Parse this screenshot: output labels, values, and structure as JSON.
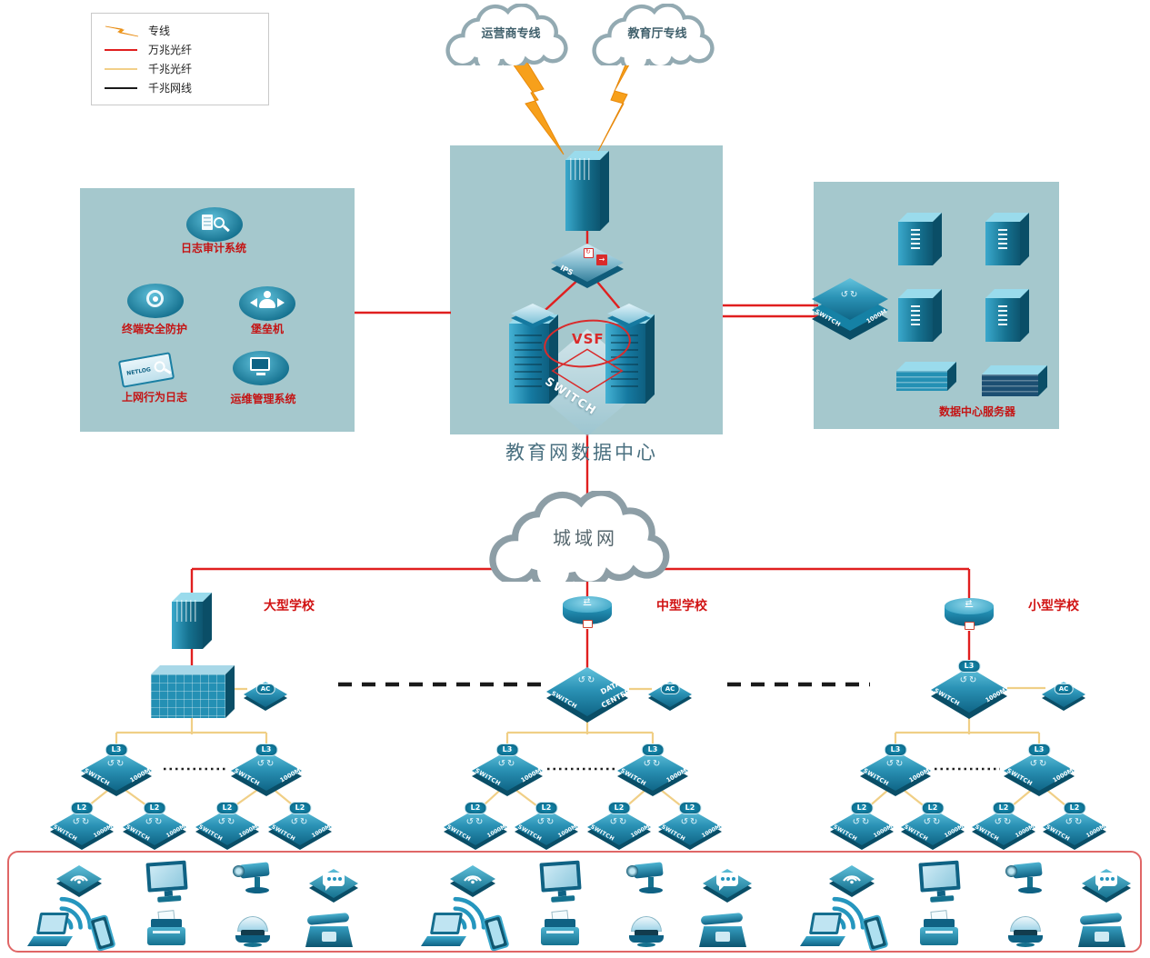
{
  "legend": {
    "items": [
      {
        "name": "dedicated-line",
        "label": "专线"
      },
      {
        "name": "fiber-10g",
        "label": "万兆光纤"
      },
      {
        "name": "fiber-1g",
        "label": "千兆光纤"
      },
      {
        "name": "cable-1g",
        "label": "千兆网线"
      }
    ]
  },
  "clouds": {
    "carrier": "运营商专线",
    "education": "教育厅专线",
    "man": "城域网"
  },
  "data_center": {
    "title": "教育网数据中心",
    "vsf": "VSF",
    "ips": "IPS",
    "switch": "SWITCH"
  },
  "security_panel": {
    "log_audit": "日志审计系统",
    "terminal_security": "终端安全防护",
    "bastion": "堡垒机",
    "net_log": "上网行为日志",
    "ops_mgmt": "运维管理系统",
    "netlog_tag": "NETLOG"
  },
  "server_panel": {
    "title": "数据中心服务器",
    "switch_line1": "SWITCH",
    "switch_line2": "1000M"
  },
  "schools": {
    "large": "大型学校",
    "medium": "中型学校",
    "small": "小型学校"
  },
  "device_labels": {
    "switch": "SWITCH",
    "m1000": "1000M",
    "l3": "L3",
    "l2": "L2",
    "ac": "AC",
    "data": "DATA",
    "center": "CENTER"
  },
  "colors": {
    "dedicated_line": "#f7a01b",
    "fiber_10g": "#e01f1f",
    "fiber_1g": "#f0cf86",
    "cable_1g": "#1a1a1a",
    "panel_bg": "#a5c8cd",
    "device_teal": "#1f86ad"
  }
}
